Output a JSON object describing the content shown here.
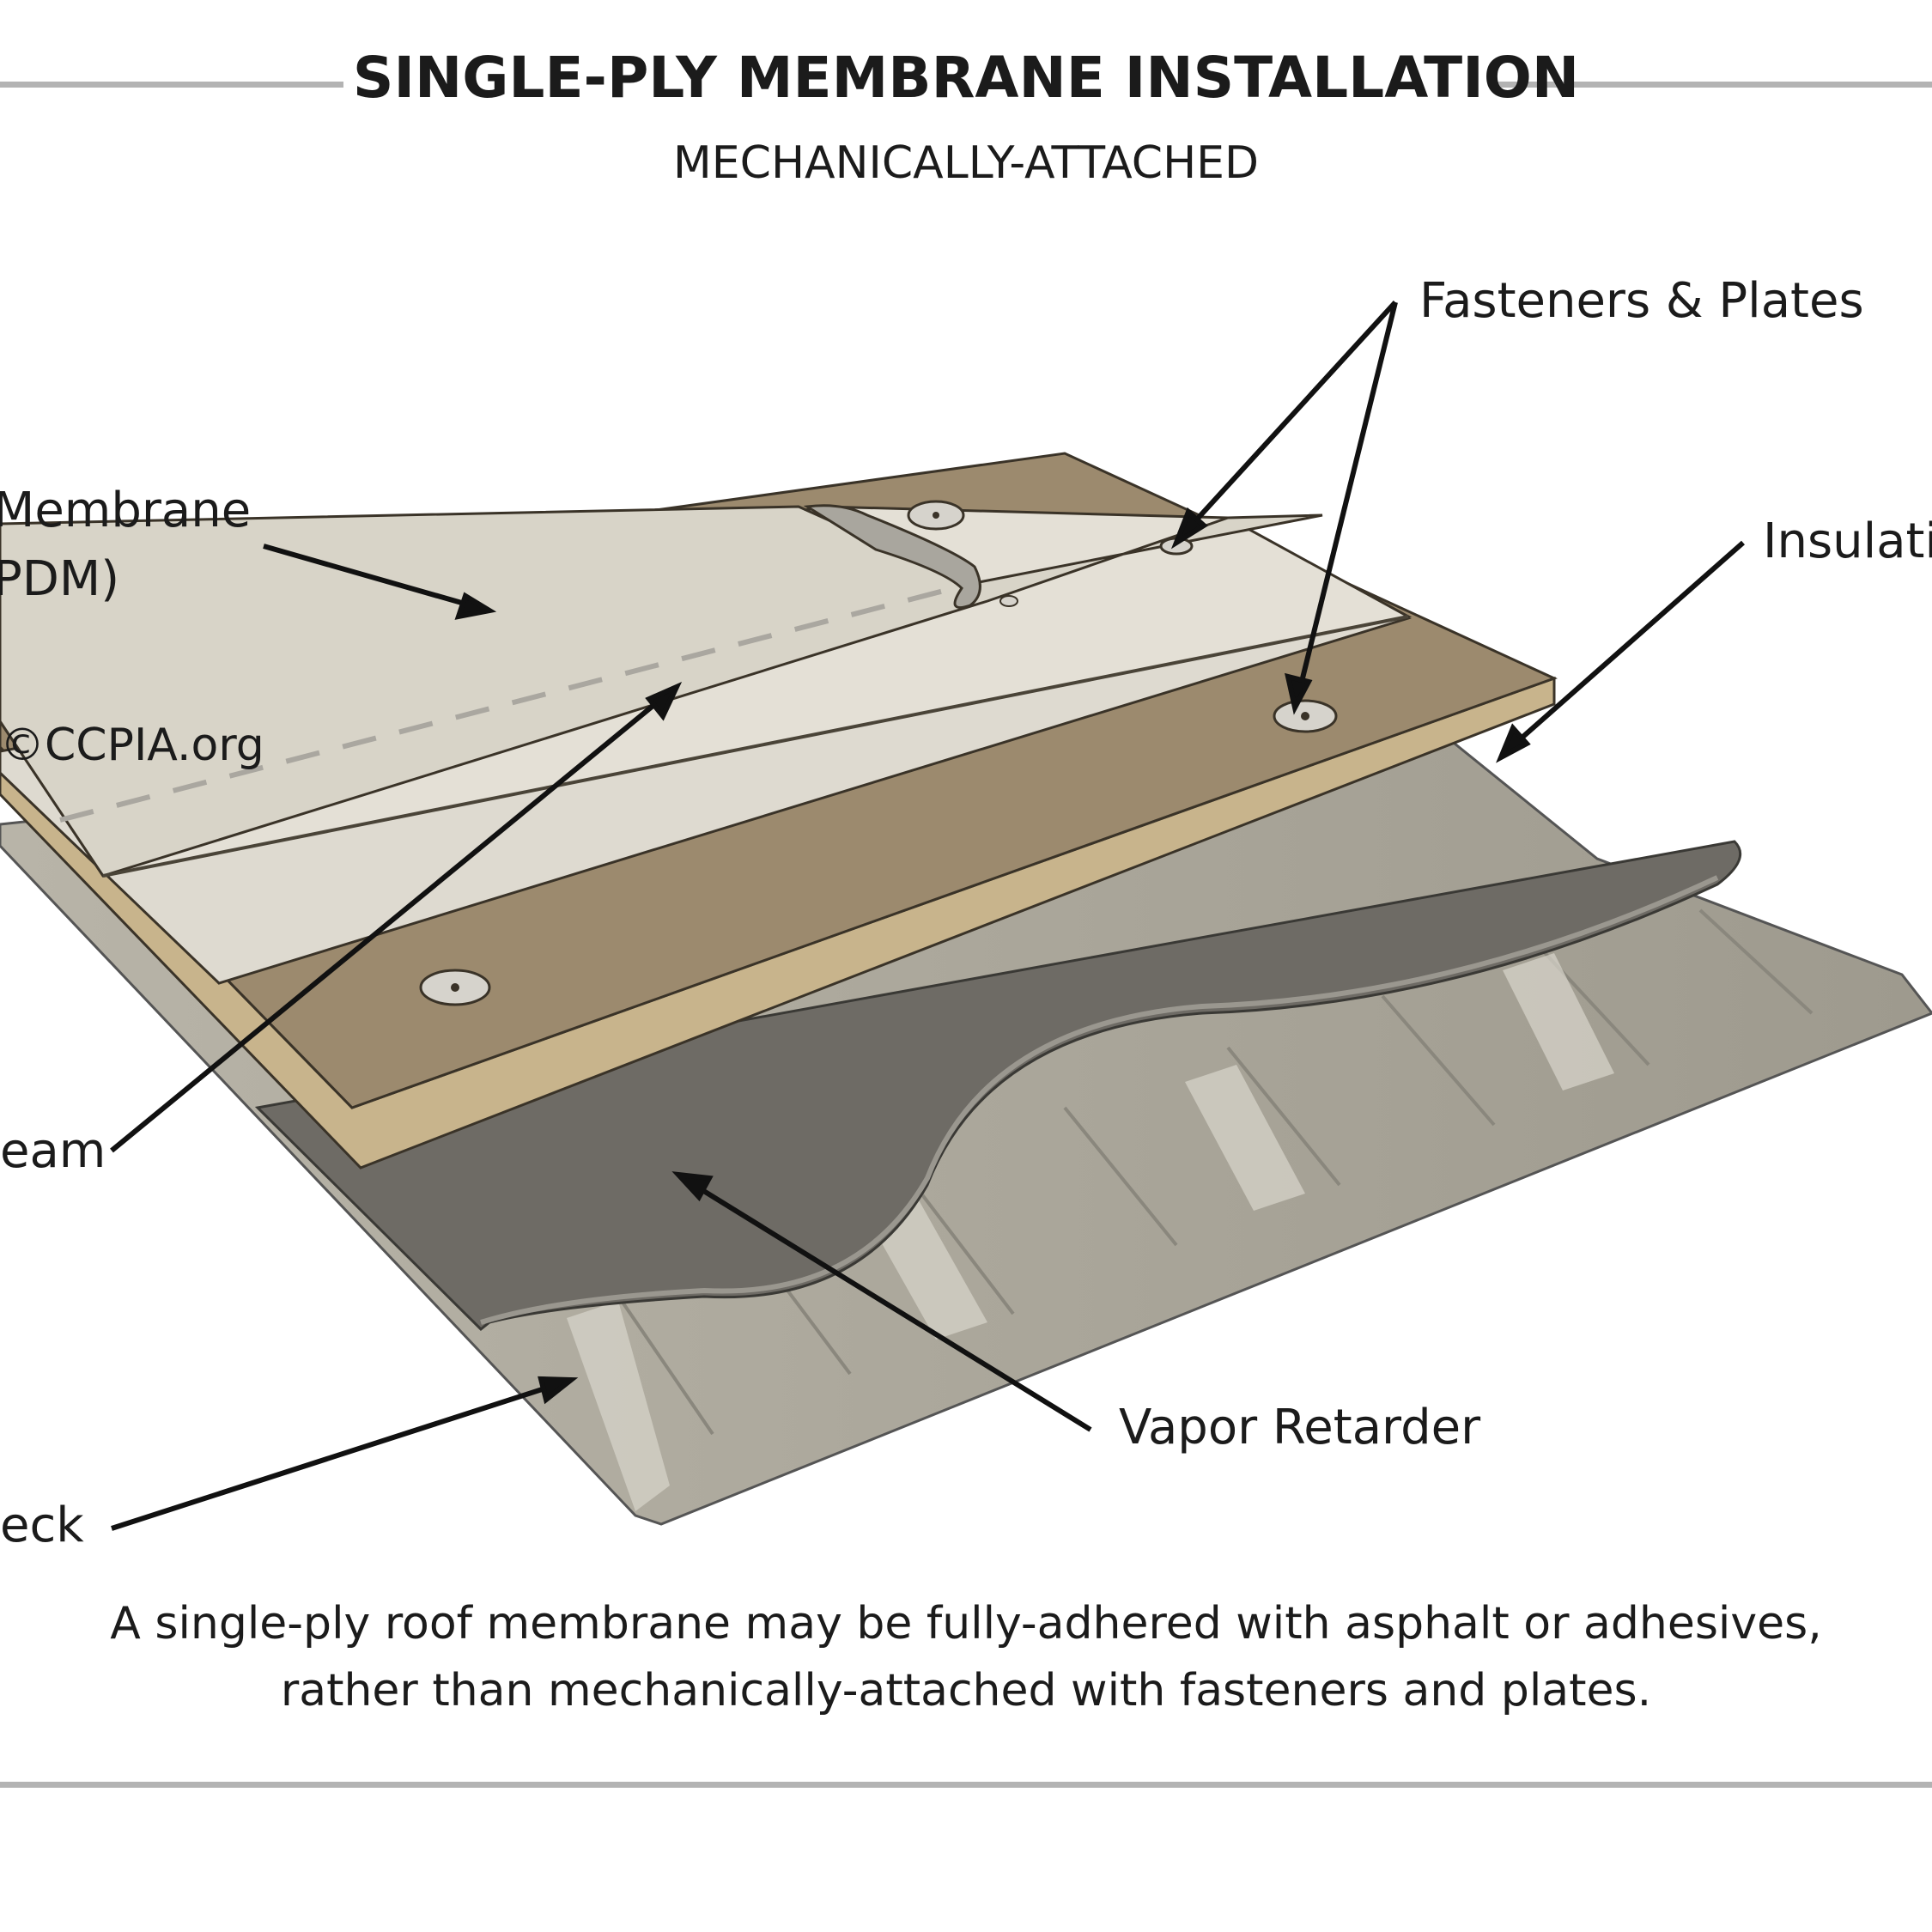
{
  "header": {
    "title": "SINGLE-PLY MEMBRANE INSTALLATION",
    "subtitle": "MECHANICALLY-ATTACHED"
  },
  "labels": {
    "fasteners": "Fasteners & Plates",
    "membrane_line1": "Membrane",
    "membrane_line2": "PDM)",
    "insulation": "Insulatio",
    "copyright": "©CCPIA.org",
    "seam": "eam",
    "vapor_retarder": "Vapor Retarder",
    "deck": "eck"
  },
  "caption": {
    "line1": "A single-ply roof membrane may be fully-adhered with asphalt or adhesives,",
    "line2": "rather than mechanically-attached with fasteners and plates."
  },
  "colors": {
    "membrane": "#dedad0",
    "insulation_top": "#9c8a6e",
    "insulation_side": "#c8b48c",
    "vapor_retarder": "#6e6b65",
    "deck": "#aaa69a",
    "rule": "#b3b3b3"
  }
}
